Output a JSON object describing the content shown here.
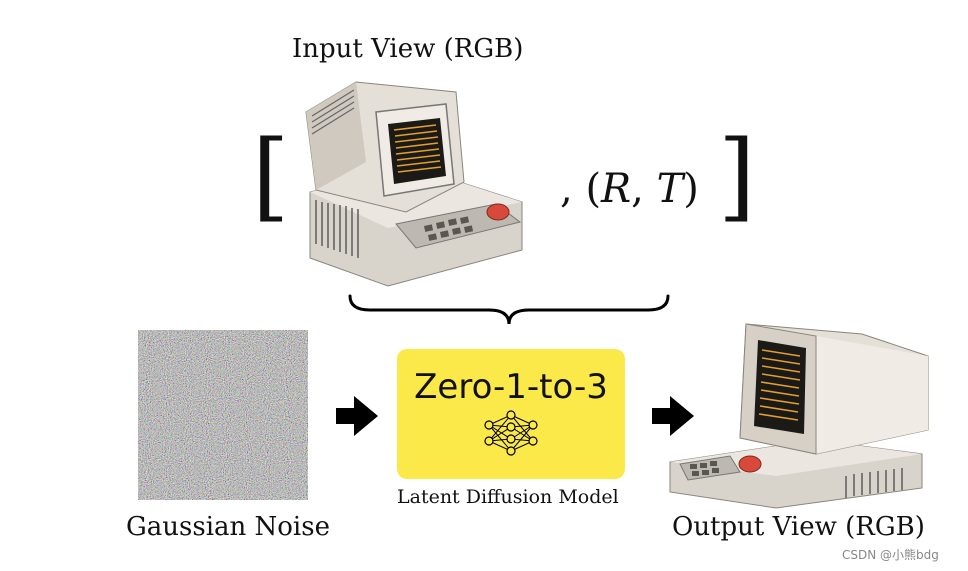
{
  "input_label": "Input View (RGB)",
  "pose_symbol": "(R, T)",
  "pose_letters": {
    "r": "R",
    "t": "T"
  },
  "noise_label": "Gaussian Noise",
  "model_name": "Zero-1-to-3",
  "model_subtitle": "Latent Diffusion Model",
  "output_label": "Output View (RGB)",
  "watermark": "CSDN @小熊bdg",
  "colors": {
    "model_box": "#fbe94a",
    "arrow": "#000000",
    "screen_text": "#e0a030"
  }
}
